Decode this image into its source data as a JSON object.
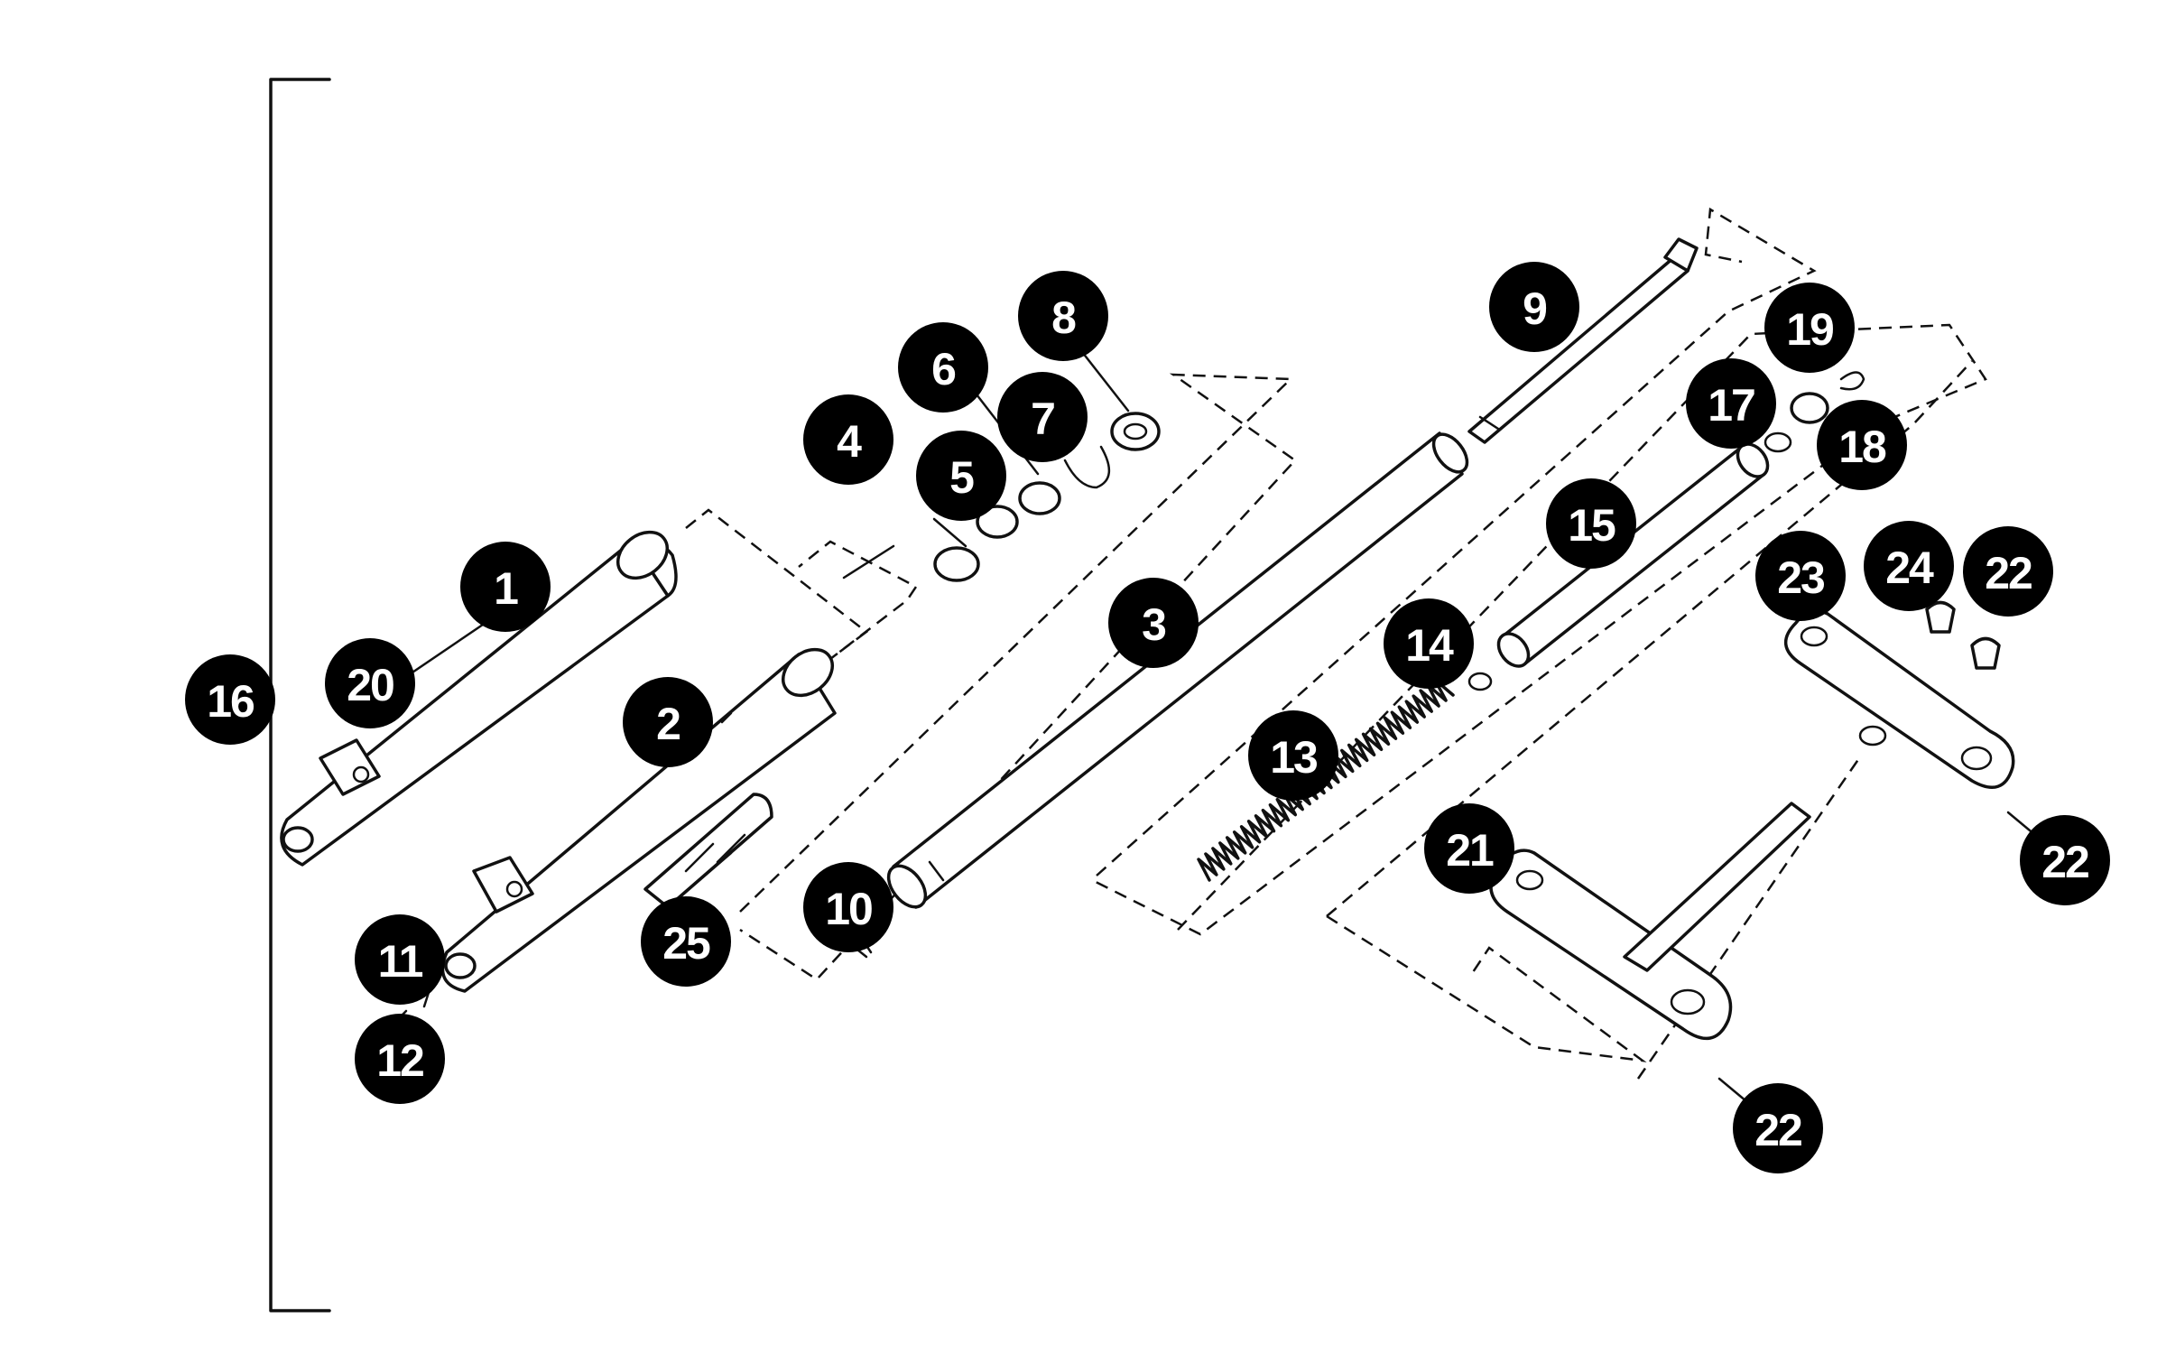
{
  "callouts": [
    {
      "key": "c16",
      "label": "16"
    },
    {
      "key": "c1",
      "label": "1"
    },
    {
      "key": "c20",
      "label": "20"
    },
    {
      "key": "c2",
      "label": "2"
    },
    {
      "key": "c11",
      "label": "11"
    },
    {
      "key": "c12",
      "label": "12"
    },
    {
      "key": "c25",
      "label": "25"
    },
    {
      "key": "c10",
      "label": "10"
    },
    {
      "key": "c4",
      "label": "4"
    },
    {
      "key": "c5",
      "label": "5"
    },
    {
      "key": "c6",
      "label": "6"
    },
    {
      "key": "c7",
      "label": "7"
    },
    {
      "key": "c8",
      "label": "8"
    },
    {
      "key": "c3",
      "label": "3"
    },
    {
      "key": "c9",
      "label": "9"
    },
    {
      "key": "c19",
      "label": "19"
    },
    {
      "key": "c17",
      "label": "17"
    },
    {
      "key": "c18",
      "label": "18"
    },
    {
      "key": "c15",
      "label": "15"
    },
    {
      "key": "c14",
      "label": "14"
    },
    {
      "key": "c13",
      "label": "13"
    },
    {
      "key": "c21",
      "label": "21"
    },
    {
      "key": "c23",
      "label": "23"
    },
    {
      "key": "c24",
      "label": "24"
    },
    {
      "key": "c22a",
      "label": "22"
    },
    {
      "key": "c22b",
      "label": "22"
    },
    {
      "key": "c22c",
      "label": "22"
    }
  ]
}
